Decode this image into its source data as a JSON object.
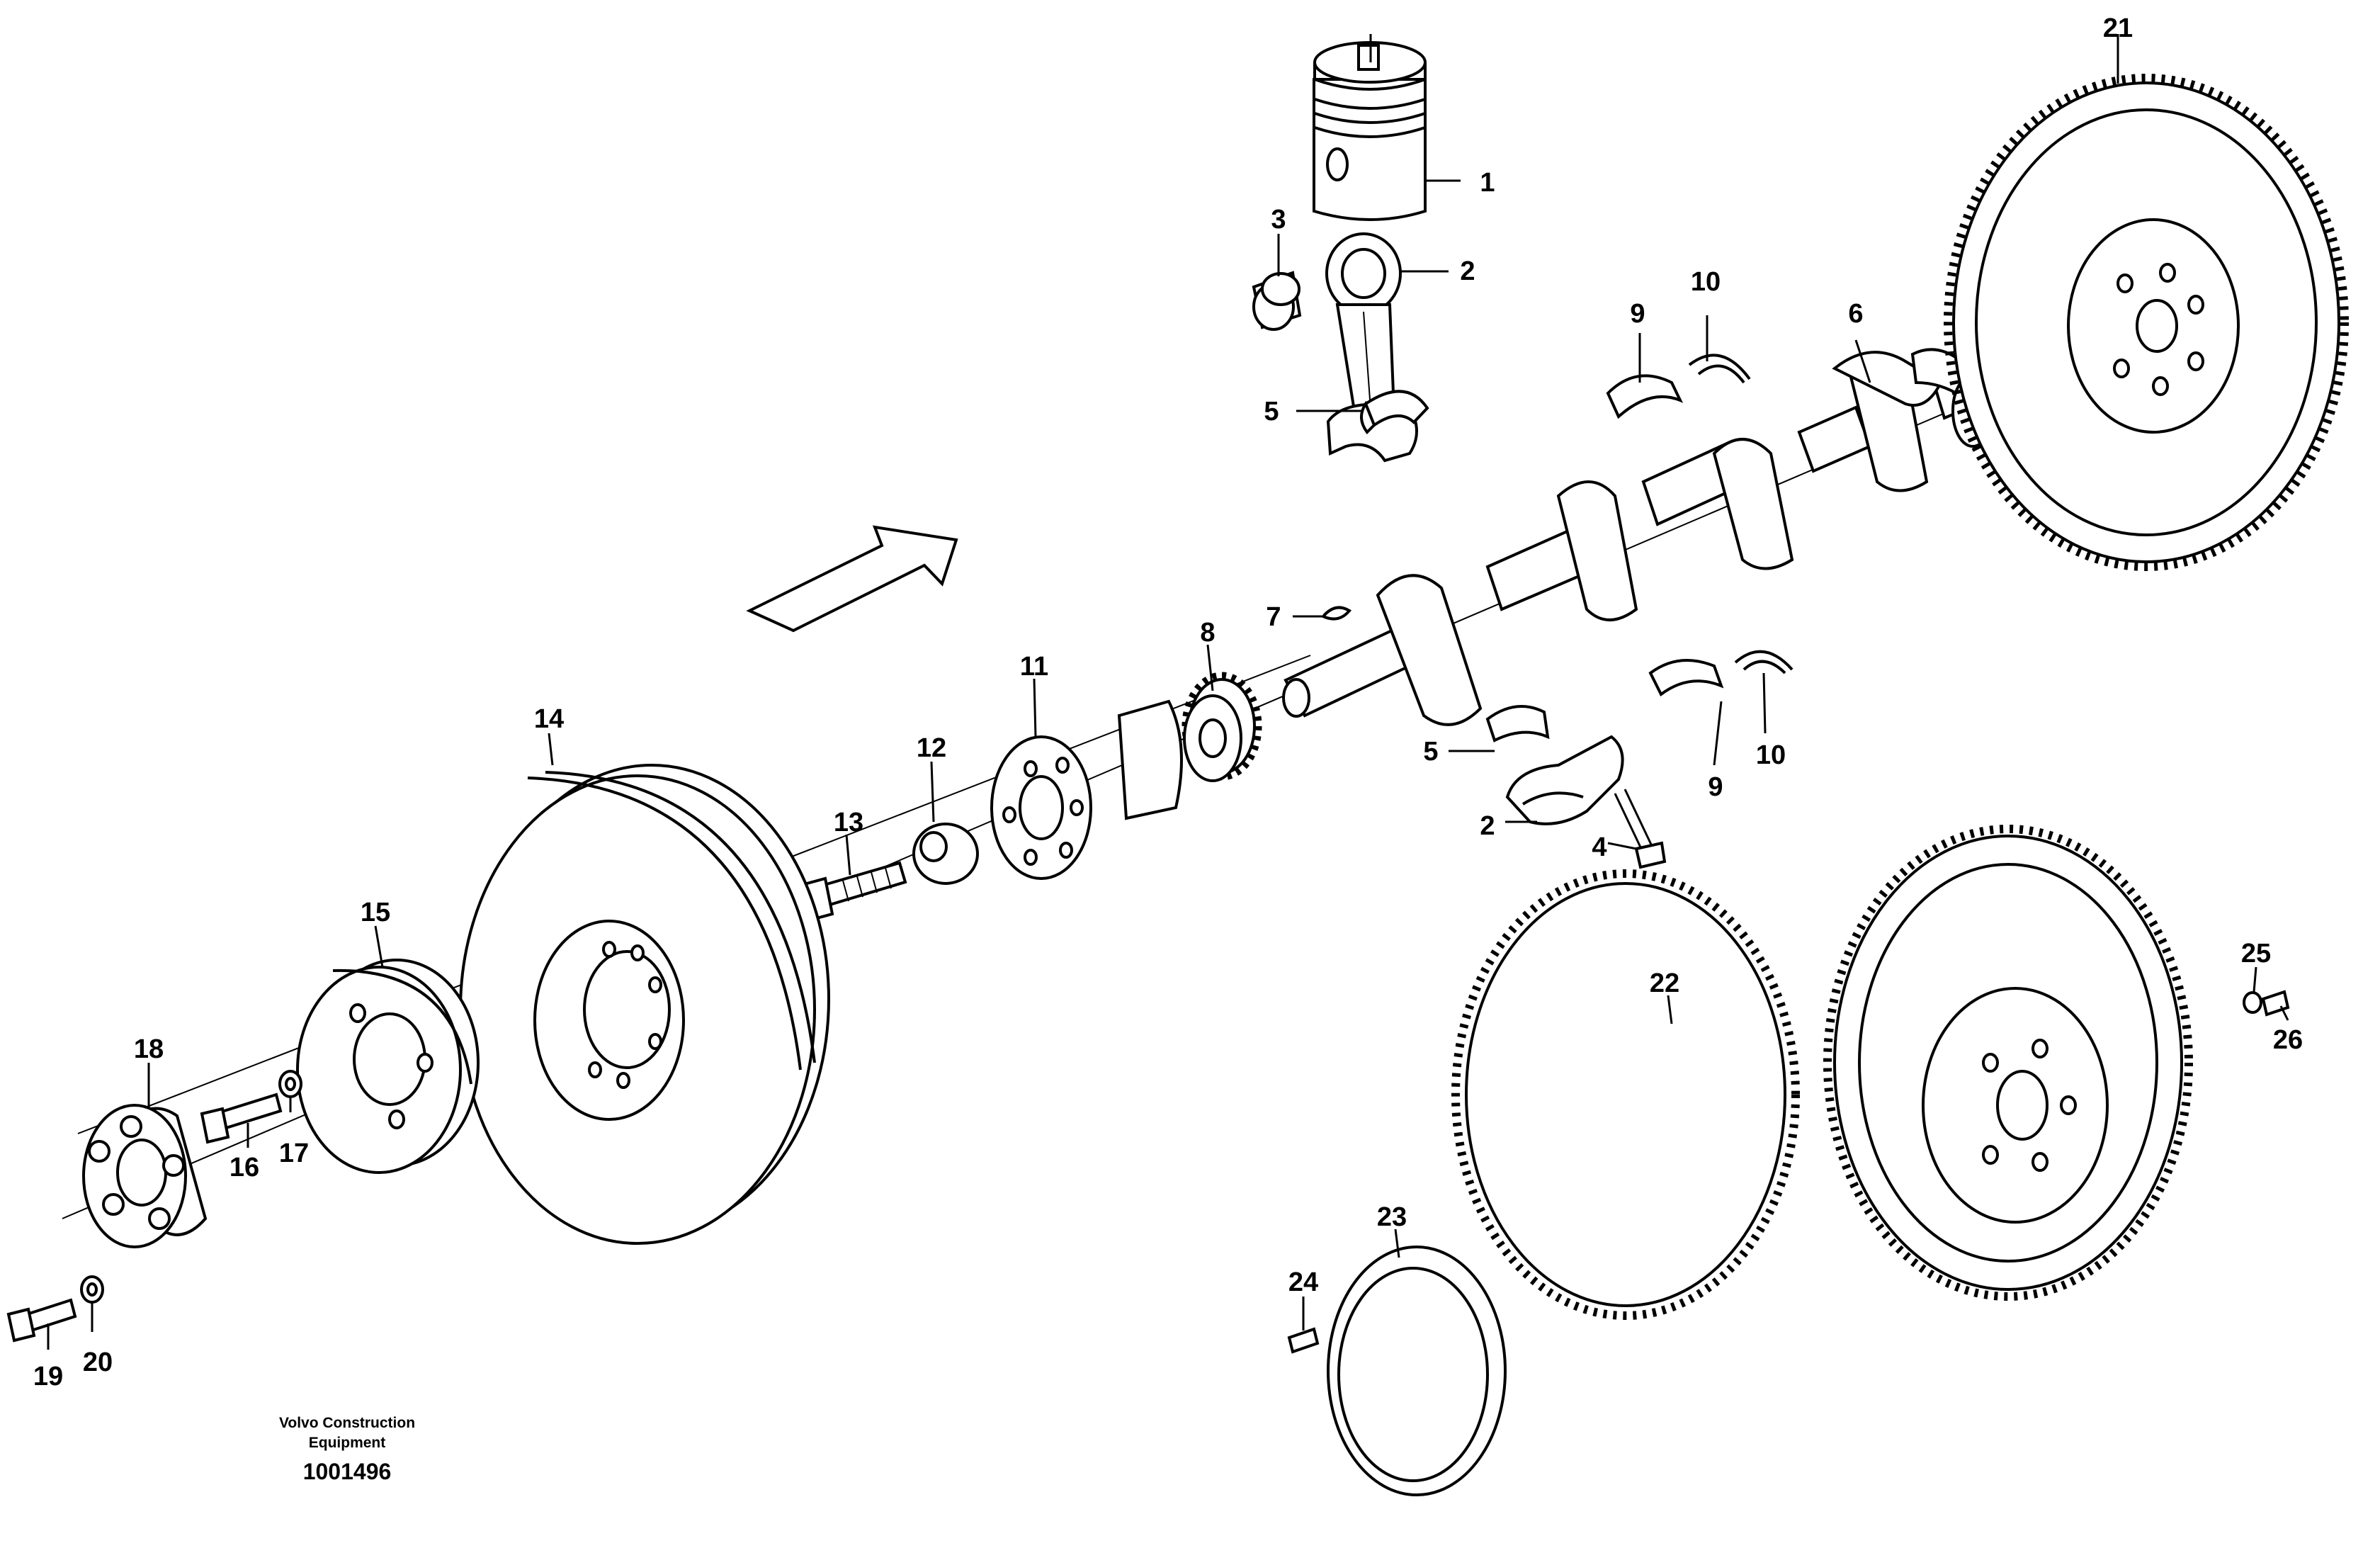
{
  "diagram": {
    "part_labels": {
      "p1": "1",
      "p2a": "2",
      "p2b": "2",
      "p3": "3",
      "p4": "4",
      "p5a": "5",
      "p5b": "5",
      "p6": "6",
      "p7": "7",
      "p8": "8",
      "p9a": "9",
      "p9b": "9",
      "p10a": "10",
      "p10b": "10",
      "p11": "11",
      "p12": "12",
      "p13": "13",
      "p14": "14",
      "p15": "15",
      "p16": "16",
      "p17": "17",
      "p18": "18",
      "p19": "19",
      "p20": "20",
      "p21": "21",
      "p22": "22",
      "p23": "23",
      "p24": "24",
      "p25": "25",
      "p26": "26"
    },
    "footer": {
      "company_line1": "Volvo Construction",
      "company_line2": "Equipment",
      "drawing_number": "1001496"
    }
  }
}
